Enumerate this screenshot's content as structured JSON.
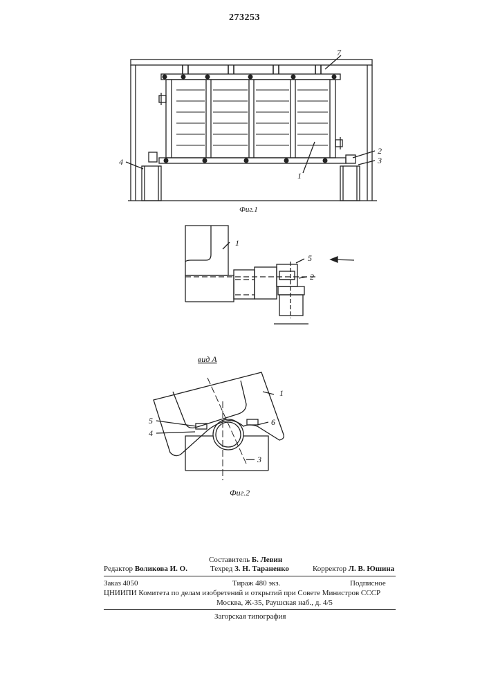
{
  "header": {
    "patent_number": "273253"
  },
  "figure1": {
    "caption": "Фиг.1",
    "labels": {
      "l7": "7",
      "l1": "1",
      "l2": "2",
      "l3": "3",
      "l4": "4"
    }
  },
  "figure_detail": {
    "labels": {
      "l1": "1",
      "l5": "5",
      "l2": "2"
    }
  },
  "figure2": {
    "view_label": "вид А",
    "caption": "Фиг.2",
    "labels": {
      "l1": "1",
      "l5": "5",
      "l4": "4",
      "l6": "6",
      "l3": "3"
    }
  },
  "colophon": {
    "editor_label": "Редактор",
    "editor_name": "Воликова И. О.",
    "compiler_label": "Составитель",
    "compiler_name": "Б. Левин",
    "techred_label": "Техред",
    "techred_name": "З. Н. Тараненко",
    "corrector_label": "Корректор",
    "corrector_name": "Л. В. Юшина",
    "order": "Заказ 4050",
    "print_run": "Тираж 480 экз.",
    "subscription": "Подписное",
    "org_line": "ЦНИИПИ Комитета по делам изобретений и открытий при Совете Министров СССР",
    "address": "Москва, Ж-35, Раушская наб., д. 4/5",
    "printer": "Загорская типография"
  }
}
